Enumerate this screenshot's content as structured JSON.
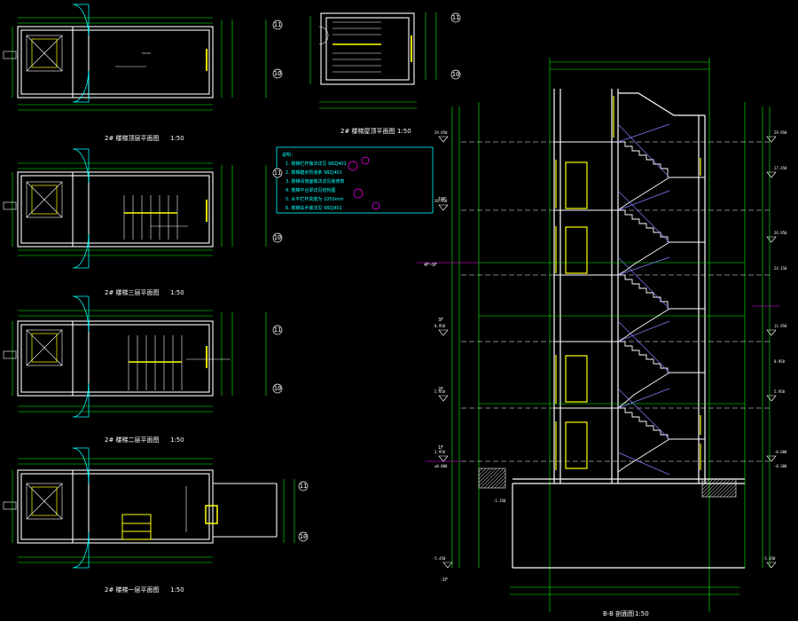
{
  "colors": {
    "background": "#000000",
    "wall": "#ffffff",
    "door": "#ffff00",
    "dimension": "#00ff00",
    "stair_flight": "#8080ff",
    "notes_frame": "#00ffff",
    "level_marker": "#ff00ff",
    "text": "#ffffff"
  },
  "plans": [
    {
      "id": "plan-1",
      "caption": "2# 楼梯顶层平面图",
      "scale": "1:50"
    },
    {
      "id": "plan-2",
      "caption": "2# 楼梯三层平面图",
      "scale": "1:50"
    },
    {
      "id": "plan-3",
      "caption": "2# 楼梯二层平面图",
      "scale": "1:50"
    },
    {
      "id": "plan-4",
      "caption": "2# 楼梯一层平面图",
      "scale": "1:50"
    }
  ],
  "roof_plan": {
    "caption": "2# 楼梯屋顶平面图",
    "scale": "1:50"
  },
  "section": {
    "caption": "B-B 剖面图",
    "scale": "1:50",
    "floor_labels": [
      "10F",
      "4F~9F",
      "3F",
      "2F",
      "1F",
      "-1F"
    ],
    "elevations_left": [
      "29.950",
      "26.950",
      "8.950",
      "5.950",
      "2.950",
      "±0.000",
      "-1.350",
      "-5.450"
    ],
    "elevations_right": [
      "29.950",
      "27.450",
      "26.950",
      "24.150",
      "11.950",
      "8.950",
      "5.950",
      "-0.600",
      "-0.300",
      "-5.450"
    ]
  },
  "notes": {
    "title": "说明：",
    "items": [
      "1. 楼梯栏杆做法详见 98ZJ401",
      "2. 楼梯踏步防滑条 98ZJ401",
      "3. 楼梯间墙面做法详见装修表",
      "4. 楼梯平台梁详见结构图",
      "5. 水平栏杆高度为 1050mm",
      "6. 楼梯扶手做法见 98ZJ401"
    ]
  },
  "grid_bubbles": [
    "11",
    "10",
    "11",
    "10",
    "11",
    "10",
    "11",
    "10",
    "11",
    "10"
  ]
}
